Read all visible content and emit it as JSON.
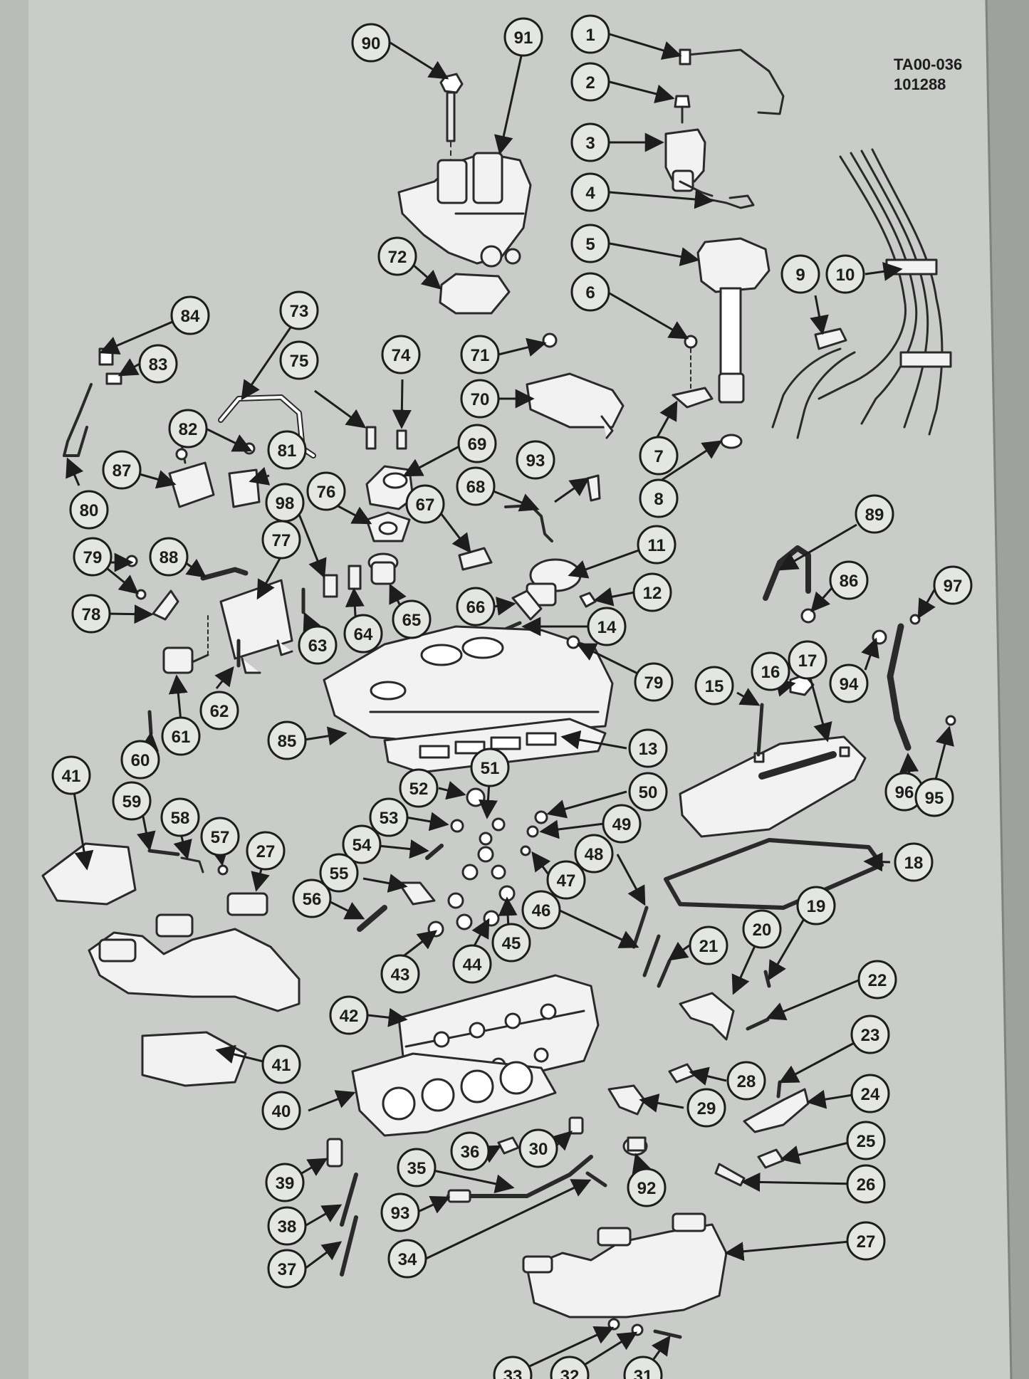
{
  "doc": {
    "code": "TA00-036",
    "date": "101288"
  },
  "callouts": {
    "n90": "90",
    "n91": "91",
    "n1": "1",
    "n2": "2",
    "n3": "3",
    "n4": "4",
    "n5": "5",
    "n6": "6",
    "n7": "7",
    "n8": "8",
    "n9": "9",
    "n10": "10",
    "n72": "72",
    "n73": "73",
    "n84": "84",
    "n83": "83",
    "n75": "75",
    "n74": "74",
    "n71": "71",
    "n70": "70",
    "n69": "69",
    "n82": "82",
    "n81": "81",
    "n87": "87",
    "n80": "80",
    "n98": "98",
    "n76": "76",
    "n93a": "93",
    "n68": "68",
    "n67": "67",
    "n89": "89",
    "n79a": "79",
    "n88": "88",
    "n77": "77",
    "n11": "11",
    "n86": "86",
    "n97": "97",
    "n78": "78",
    "n63": "63",
    "n64": "64",
    "n65": "65",
    "n66": "66",
    "n12": "12",
    "n14": "14",
    "n79b": "79",
    "n15": "15",
    "n16": "16",
    "n17": "17",
    "n94": "94",
    "n62": "62",
    "n61": "61",
    "n60": "60",
    "n85": "85",
    "n13": "13",
    "n51": "51",
    "n41a": "41",
    "n52": "52",
    "n50": "50",
    "n96": "96",
    "n95": "95",
    "n59": "59",
    "n53": "53",
    "n49": "49",
    "n58": "58",
    "n57": "57",
    "n27a": "27",
    "n54": "54",
    "n48": "48",
    "n47": "47",
    "n18": "18",
    "n55": "55",
    "n56": "56",
    "n46": "46",
    "n19": "19",
    "n20": "20",
    "n45": "45",
    "n43": "43",
    "n44": "44",
    "n21": "21",
    "n22": "22",
    "n42": "42",
    "n41b": "41",
    "n23": "23",
    "n28": "28",
    "n24": "24",
    "n40": "40",
    "n29": "29",
    "n36": "36",
    "n30": "30",
    "n25": "25",
    "n39": "39",
    "n35": "35",
    "n92": "92",
    "n26": "26",
    "n93b": "93",
    "n38": "38",
    "n27b": "27",
    "n34": "34",
    "n37": "37",
    "n33": "33",
    "n32": "32",
    "n31": "31"
  },
  "colors": {
    "paper": "#c9ccc8",
    "ink": "#1d1d1d",
    "circle_fill": "#e4e6e2"
  }
}
